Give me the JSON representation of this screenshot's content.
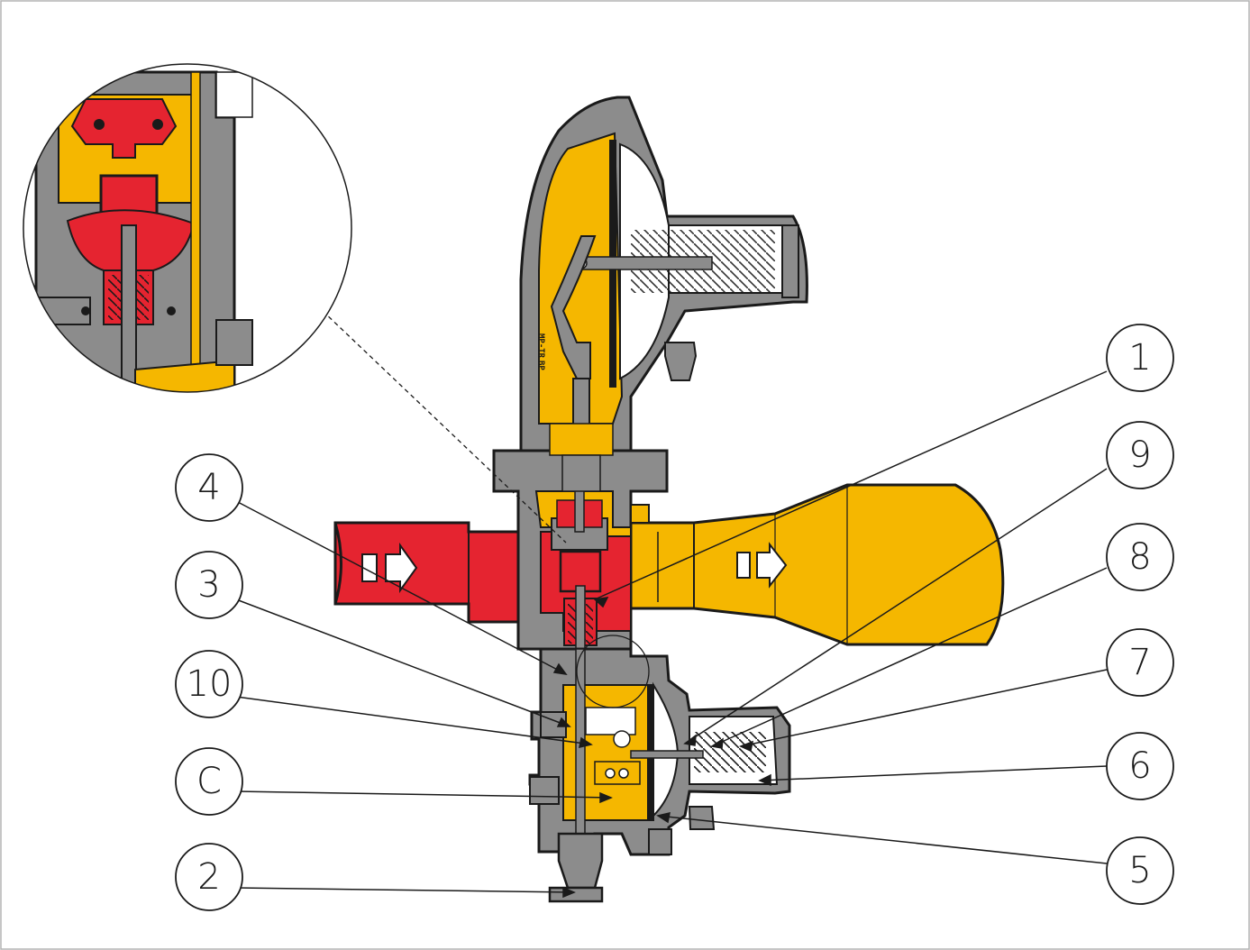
{
  "callouts": [
    {
      "id": "1",
      "label": "1"
    },
    {
      "id": "9",
      "label": "9"
    },
    {
      "id": "8",
      "label": "8"
    },
    {
      "id": "7",
      "label": "7"
    },
    {
      "id": "6",
      "label": "6"
    },
    {
      "id": "5",
      "label": "5"
    },
    {
      "id": "4",
      "label": "4"
    },
    {
      "id": "3",
      "label": "3"
    },
    {
      "id": "10",
      "label": "10"
    },
    {
      "id": "C",
      "label": "C"
    },
    {
      "id": "2",
      "label": "2"
    }
  ],
  "stamps": {
    "mp_tr": "MP-TR",
    "bp": "BP"
  },
  "colors": {
    "body": "#8c8c8c",
    "outline": "#1a1a1a",
    "inlet_high_pressure": "#e52430",
    "outlet_low_pressure": "#f5b700",
    "chamber_white": "#ffffff"
  },
  "flow": {
    "inlet_arrow": "arrow-right-icon",
    "outlet_arrow": "arrow-right-icon"
  }
}
